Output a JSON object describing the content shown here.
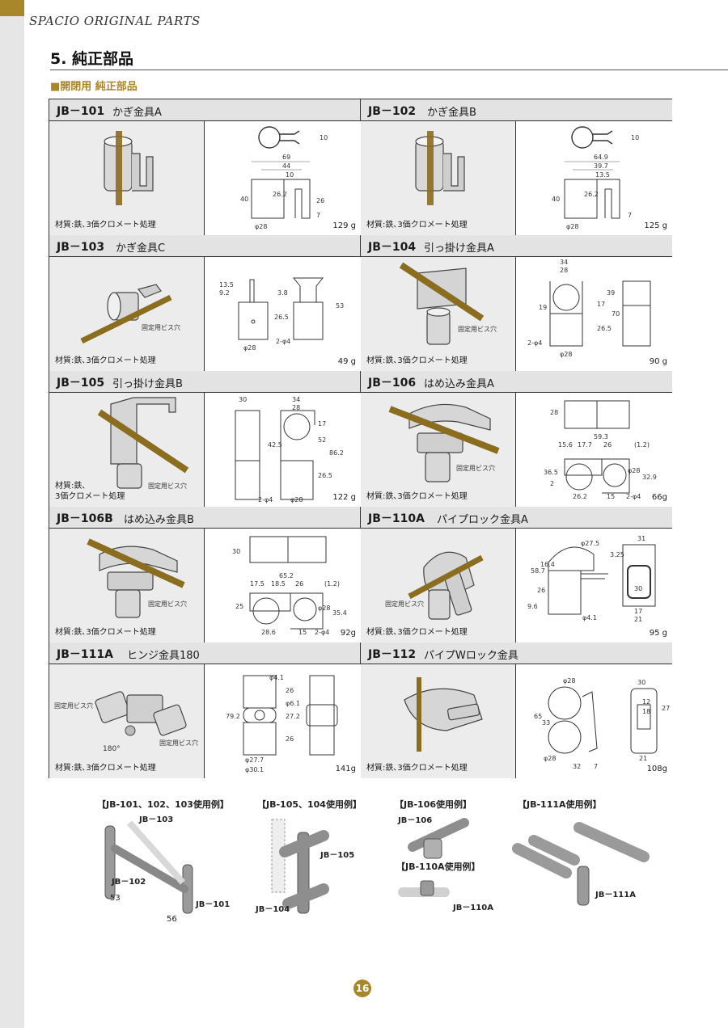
{
  "header": {
    "brand": "SPACIO ORIGINAL PARTS",
    "section_title": "5. 純正部品",
    "sub_title": "■開閉用 純正部品",
    "colors": {
      "accent": "#a8862a",
      "sidebar": "#e6e6e6",
      "head": "#e3e3e3"
    }
  },
  "parts": [
    {
      "code": "JB－101",
      "name": "かぎ金具A",
      "material": "材質:鉄､3価クロメート処理",
      "weight": "129 g"
    },
    {
      "code": "JB－102",
      "name": "かぎ金具B",
      "material": "材質:鉄､3価クロメート処理",
      "weight": "125 g"
    },
    {
      "code": "JB－103",
      "name": "かぎ金具C",
      "material": "材質:鉄､3価クロメート処理",
      "weight": "49 g",
      "note": "固定用ビス穴"
    },
    {
      "code": "JB－104",
      "name": "引っ掛け金具A",
      "material": "材質:鉄､3価クロメート処理",
      "weight": "90 g",
      "note": "固定用ビス穴"
    },
    {
      "code": "JB－105",
      "name": "引っ掛け金具B",
      "material": "材質:鉄､",
      "material2": "3価クロメート処理",
      "weight": "122 g",
      "note": "固定用ビス穴"
    },
    {
      "code": "JB－106",
      "name": "はめ込み金具A",
      "material": "材質:鉄､3価クロメート処理",
      "weight": "66g",
      "note": "固定用ビス穴"
    },
    {
      "code": "JB－106B",
      "name": "はめ込み金具B",
      "material": "材質:鉄､3価クロメート処理",
      "weight": "92g",
      "note": "固定用ビス穴"
    },
    {
      "code": "JB－110A",
      "name": "パイプロック金具A",
      "material": "材質:鉄､3価クロメート処理",
      "weight": "95 g",
      "note": "固定用ビス穴"
    },
    {
      "code": "JB－111A",
      "name": "ヒンジ金具180",
      "material": "材質:鉄､3価クロメート処理",
      "weight": "141g",
      "note": "固定用ビス穴",
      "note2": "固定用ビス穴",
      "angle": "180°"
    },
    {
      "code": "JB－112",
      "name": "パイプWロック金具",
      "material": "材質:鉄､3価クロメート処理",
      "weight": "108g"
    }
  ],
  "dims": {
    "p101": [
      "69",
      "44",
      "10",
      "26.2",
      "40",
      "26",
      "7",
      "φ28",
      "10"
    ],
    "p102": [
      "64.9",
      "39.7",
      "13.5",
      "26.2",
      "40",
      "7",
      "φ28",
      "10"
    ],
    "p103": [
      "13.5",
      "9.2",
      "3.8",
      "26.5",
      "53",
      "φ28",
      "2-φ4"
    ],
    "p104": [
      "34",
      "28",
      "19",
      "17",
      "39",
      "26.5",
      "70",
      "2-φ4",
      "φ28"
    ],
    "p105": [
      "30",
      "34",
      "28",
      "17",
      "42.5",
      "52",
      "86.2",
      "26.5",
      "2-φ4",
      "φ28"
    ],
    "p106": [
      "28",
      "59.3",
      "15.6",
      "17.7",
      "26",
      "(1.2)",
      "36.5",
      "φ28",
      "32.9",
      "26.2",
      "15",
      "2-φ4",
      "2"
    ],
    "p106b": [
      "30",
      "65.2",
      "17.5",
      "18.5",
      "26",
      "(1.2)",
      "25",
      "φ28",
      "35.4",
      "28.6",
      "15",
      "2-φ4"
    ],
    "p110": [
      "φ27.5",
      "58.7",
      "16.4",
      "26",
      "9.6",
      "φ4.1",
      "31",
      "3.25",
      "30",
      "17",
      "21"
    ],
    "p111": [
      "φ4.1",
      "26",
      "φ6.1",
      "79.2",
      "27.2",
      "26",
      "φ27.7",
      "φ30.1"
    ],
    "p112": [
      "φ28",
      "65",
      "33",
      "φ28",
      "32",
      "7",
      "30",
      "12",
      "18",
      "27",
      "21"
    ]
  },
  "examples": {
    "ex1": {
      "label": "【JB-101、102、103使用例】",
      "parts": [
        "JB－103",
        "JB－102",
        "JB－101"
      ],
      "dims": [
        "53",
        "56"
      ]
    },
    "ex2": {
      "label": "【JB-105、104使用例】",
      "parts": [
        "JB－105",
        "JB－104"
      ]
    },
    "ex3": {
      "label": "【JB-106使用例】",
      "parts": [
        "JB－106"
      ]
    },
    "ex4": {
      "label": "【JB-110A使用例】",
      "parts": [
        "JB－110A"
      ]
    },
    "ex5": {
      "label": "【JB-111A使用例】",
      "parts": [
        "JB－111A"
      ]
    }
  },
  "page_number": "16"
}
